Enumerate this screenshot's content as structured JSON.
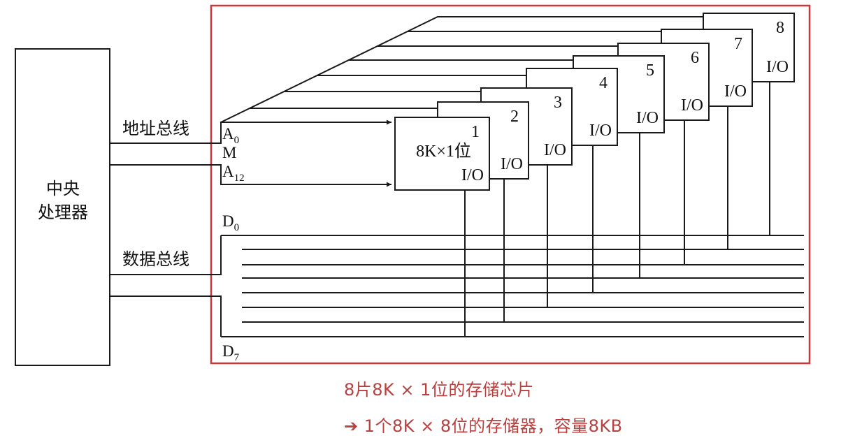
{
  "colors": {
    "frame": "#c8383d",
    "caption": "#b8403f",
    "line": "#1a1a1a"
  },
  "cpu": {
    "label_line1": "中央",
    "label_line2": "处理器"
  },
  "address_bus": {
    "label": "地址总线"
  },
  "data_bus": {
    "label": "数据总线"
  },
  "address_pins": {
    "a0": "A",
    "a0_sub": "0",
    "m": "M",
    "a12": "A",
    "a12_sub": "12"
  },
  "data_pins": {
    "d0": "D",
    "d0_sub": "0",
    "d7": "D",
    "d7_sub": "7"
  },
  "chips": [
    {
      "number": "1",
      "spec": "8K×1位",
      "io": "I/O"
    },
    {
      "number": "2",
      "io": "I/O"
    },
    {
      "number": "3",
      "io": "I/O"
    },
    {
      "number": "4",
      "io": "I/O"
    },
    {
      "number": "5",
      "io": "I/O"
    },
    {
      "number": "6",
      "io": "I/O"
    },
    {
      "number": "7",
      "io": "I/O"
    },
    {
      "number": "8",
      "io": "I/O"
    }
  ],
  "captions": {
    "line1": "8片8K × 1位的存储芯片",
    "line2": "➔  1个8K × 8位的存储器，容量8KB"
  }
}
